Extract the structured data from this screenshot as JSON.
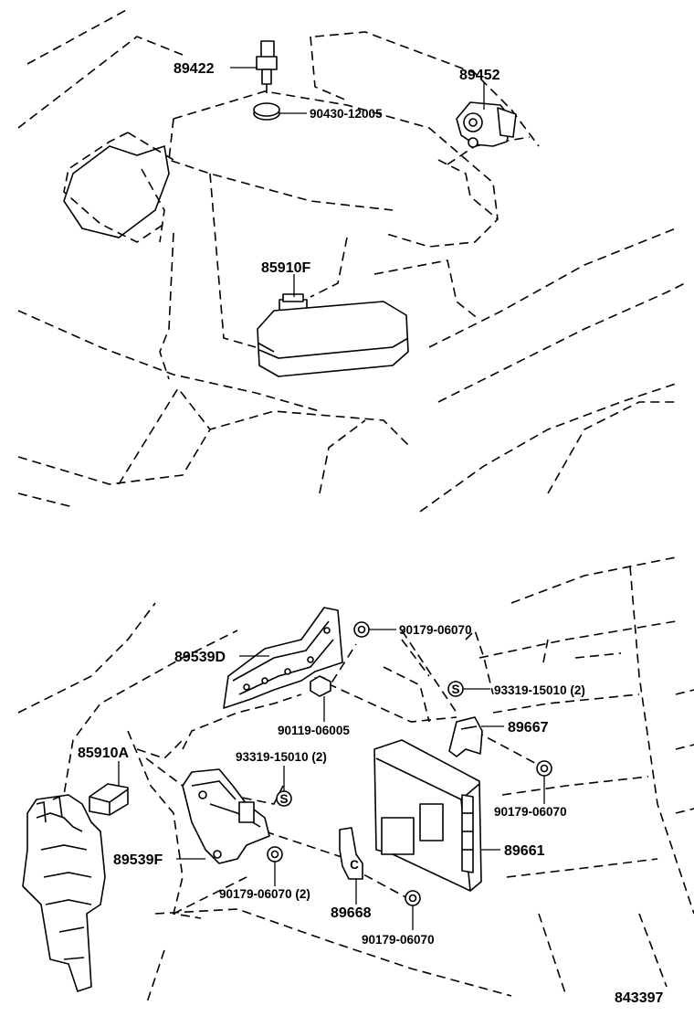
{
  "callouts": {
    "p89422": "89422",
    "p90430": "90430-12005",
    "p89452": "89452",
    "p85910F": "85910F",
    "p90179_a": "90179-06070",
    "p89539D": "89539D",
    "p93319_a": "93319-15010 (2)",
    "p90119": "90119-06005",
    "p89667": "89667",
    "p85910A": "85910A",
    "p93319_b": "93319-15010 (2)",
    "p90179_b": "90179-06070",
    "p89539F": "89539F",
    "p89661": "89661",
    "p90179_c": "90179-06070 (2)",
    "p89668": "89668",
    "p90179_d": "90179-06070",
    "s_mark_1": "S",
    "s_mark_2": "S",
    "c_mark": "C"
  },
  "figure_number": "843397"
}
